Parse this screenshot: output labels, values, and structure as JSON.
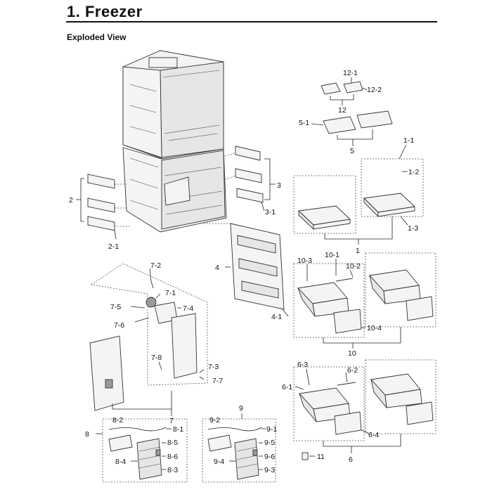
{
  "header": {
    "title": "1.  Freezer",
    "subtitle": "Exploded View"
  },
  "callouts": {
    "c12_1": "12-1",
    "c12_2": "12-2",
    "c12": "12",
    "c5_1": "5-1",
    "c5": "5",
    "c1_1": "1-1",
    "c1_2": "1-2",
    "c1_3": "1-3",
    "c1": "1",
    "c2": "2",
    "c2_1": "2-1",
    "c3": "3",
    "c3_1": "3-1",
    "c4": "4",
    "c4_1": "4-1",
    "c7_2": "7-2",
    "c7_1": "7-1",
    "c7_4": "7-4",
    "c7_5": "7-5",
    "c7_6": "7-6",
    "c7_8": "7-8",
    "c7_3": "7-3",
    "c7_7": "7-7",
    "c7": "7",
    "c10_1": "10-1",
    "c10_3": "10-3",
    "c10_2": "10-2",
    "c10_4": "10-4",
    "c10": "10",
    "c6_3": "6-3",
    "c6_2": "6-2",
    "c6_1": "6-1",
    "c6_4": "6-4",
    "c6": "6",
    "c8_2": "8-2",
    "c8_1": "8-1",
    "c8_5": "8-5",
    "c8_6": "8-6",
    "c8_4": "8-4",
    "c8_3": "8-3",
    "c8": "8",
    "c9": "9",
    "c9_2": "9-2",
    "c9_1": "9-1",
    "c9_5": "9-5",
    "c9_6": "9-6",
    "c9_4": "9-4",
    "c9_3": "9-3",
    "c11": "11"
  }
}
